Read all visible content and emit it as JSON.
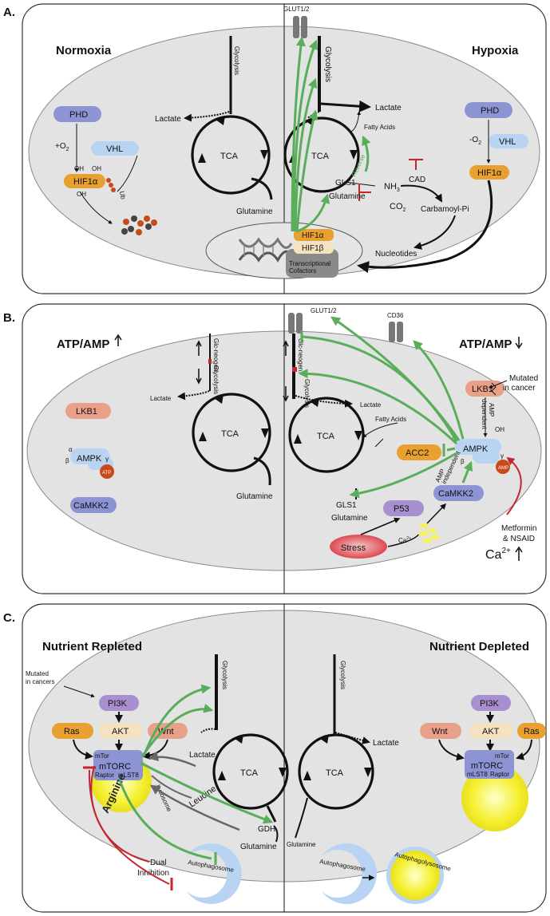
{
  "panels": {
    "a": {
      "letter": "A.",
      "left_title": "Normoxia",
      "right_title": "Hypoxia",
      "glut": "GLUT1/2",
      "left": {
        "phd": "PHD",
        "vhl": "VHL",
        "hif": "HIF1α",
        "o2": "+O",
        "o2_sub": "2",
        "oh1": "OH",
        "oh2": "OH",
        "oh3": "OH",
        "ub": "Ub",
        "lactate": "Lactate",
        "glycolysis": "Glycolysis",
        "tca": "TCA",
        "glutamine": "Glutamine"
      },
      "right": {
        "phd": "PHD",
        "vhl": "VHL",
        "hif": "HIF1α",
        "o2": "-O",
        "o2_sub": "2",
        "lactate": "Lactate",
        "glycolysis": "Glycolysis",
        "tca": "TCA",
        "fatty": "Fatty Acids",
        "reverse": "Reverse",
        "nh3": "NH",
        "nh3_sub": "3",
        "cad": "CAD",
        "co2": "CO",
        "co2_sub": "2",
        "carbamoyl": "Carbamoyl-Pi",
        "gls1": "GLS1",
        "glutamine": "Glutamine",
        "nucleotides": "Nucleotides",
        "hif1a": "HIF1α",
        "hif1b": "HIF1β",
        "cofactors1": "Transcriptional",
        "cofactors2": "Cofactors"
      }
    },
    "b": {
      "letter": "B.",
      "left_title": "ATP/AMP",
      "right_title": "ATP/AMP",
      "glut": "GLUT1/2",
      "cd36": "CD36",
      "mutated1": "Mutated",
      "mutated2": "in cancer",
      "left": {
        "glc": "Glc-neogen.",
        "glycolysis": "Glycolysis",
        "lactate": "Lactate",
        "tca": "TCA",
        "glutamine": "Glutamine",
        "lkb1": "LKB1",
        "ampk": "AMPK",
        "alpha": "α",
        "beta": "β",
        "gamma": "γ",
        "atp": "ATP",
        "camkk2": "CaMKK2"
      },
      "right": {
        "glc": "Glc-neogen.",
        "glycolysis": "Glycolysis",
        "lactate": "Lactate",
        "tca": "TCA",
        "fatty": "Fatty Acids",
        "acc2": "ACC2",
        "lkb1": "LKB1",
        "amp_dep1": "AMP",
        "amp_dep2": "dependent",
        "ampk": "AMPK",
        "oh": "OH",
        "alpha": "α",
        "beta": "β",
        "gamma": "γ",
        "amp": "AMP",
        "amp_ind1": "AMP",
        "amp_ind2": "independent",
        "gls1": "GLS1",
        "glutamine": "Glutamine",
        "p53": "P53",
        "camkk2": "CaMKK2",
        "metformin1": "Metformin",
        "metformin2": "& NSAID",
        "stress": "Stress",
        "ca": "Ca",
        "ca_sup": "2+",
        "ca_big": "Ca",
        "ca_big_sup": "2+"
      }
    },
    "c": {
      "letter": "C.",
      "left_title": "Nutrient Repleted",
      "right_title": "Nutrient Depleted",
      "left": {
        "mutated1": "Mutated",
        "mutated2": "in cancers",
        "pi3k": "PI3K",
        "ras": "Ras",
        "akt": "AKT",
        "wnt": "Wnt",
        "mtor": "mTor",
        "mtorc": "mTORC",
        "raptor": "Raptor",
        "mlst8": "mLST8",
        "arginine": "Arginine",
        "lysosome": "Lysosome",
        "leucine": "Leucine",
        "glycolysis": "Glycolysis",
        "lactate": "Lactate",
        "tca": "TCA",
        "gdh": "GDH",
        "glutamine": "Glutamine",
        "autophagosome": "Autophagosome",
        "dual1": "Dual",
        "dual2": "Inhibition"
      },
      "right": {
        "glycolysis": "Glycolysis",
        "lactate": "Lactate",
        "tca": "TCA",
        "glutamine": "Glutamine",
        "pi3k": "PI3K",
        "wnt": "Wnt",
        "akt": "AKT",
        "ras": "Ras",
        "mtor": "mTor",
        "mtorc": "mTORC",
        "mlst8": "mLST8",
        "raptor": "Raptor",
        "autophagosome": "Autophagosome",
        "autophagolysosome": "Autophagolysosome"
      }
    }
  },
  "colors": {
    "purple": "#8c94d4",
    "lightblue": "#b8d4f2",
    "orange": "#e8a030",
    "salmon": "#e8a088",
    "peach": "#f5e3c0",
    "violet": "#a78fd0",
    "green": "#5aad5a",
    "red": "#c4262e",
    "yellow": "#f4f160",
    "gray": "#777777"
  }
}
